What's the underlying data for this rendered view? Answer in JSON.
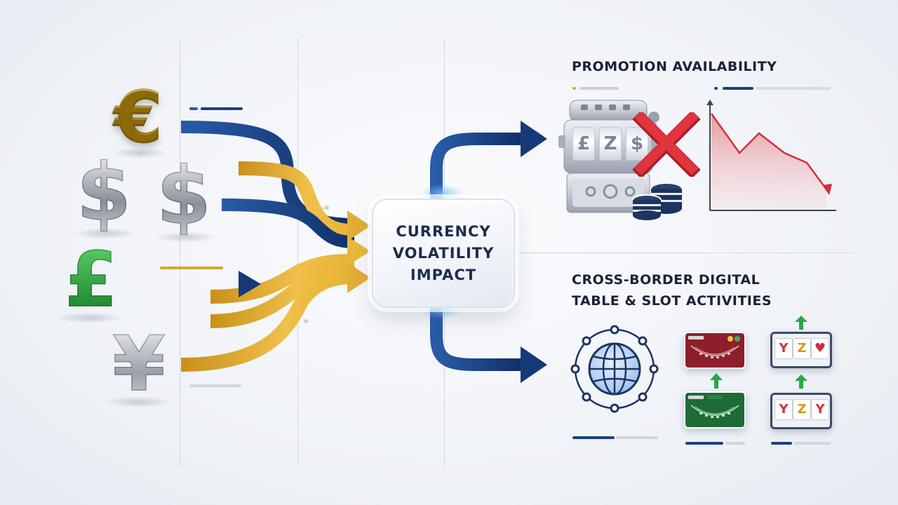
{
  "hub": {
    "lines": [
      "CURRENCY",
      "VOLATILITY",
      "IMPACT"
    ]
  },
  "promotion": {
    "title": "PROMOTION AVAILABILITY",
    "slot_symbols": [
      "£",
      "Z",
      "$"
    ]
  },
  "crossborder": {
    "title_lines": [
      "CROSS-BORDER DIGITAL",
      "TABLE & SLOT ACTIVITIES"
    ],
    "slot_top": [
      "Y",
      "Z",
      "♥"
    ],
    "slot_bottom": [
      "Y",
      "Z",
      "Y"
    ]
  },
  "currencies": {
    "euro": "€",
    "dollar": "$",
    "pound": "£",
    "yen": "¥"
  },
  "colors": {
    "navy": "#173d7c",
    "gold": "#d7a62b",
    "red_decline": "#d1303a",
    "green_up": "#2aa845",
    "table_red": "#8c1f2b",
    "table_green": "#1e6b35"
  },
  "icons": [
    "euro-icon",
    "dollar-icon",
    "pound-icon",
    "yen-icon",
    "slot-machine-icon",
    "cross-mark-icon",
    "casino-chips-icon",
    "decline-chart-icon",
    "globe-network-icon",
    "roulette-table-icon",
    "slot-reels-icon",
    "up-arrow-icon"
  ]
}
